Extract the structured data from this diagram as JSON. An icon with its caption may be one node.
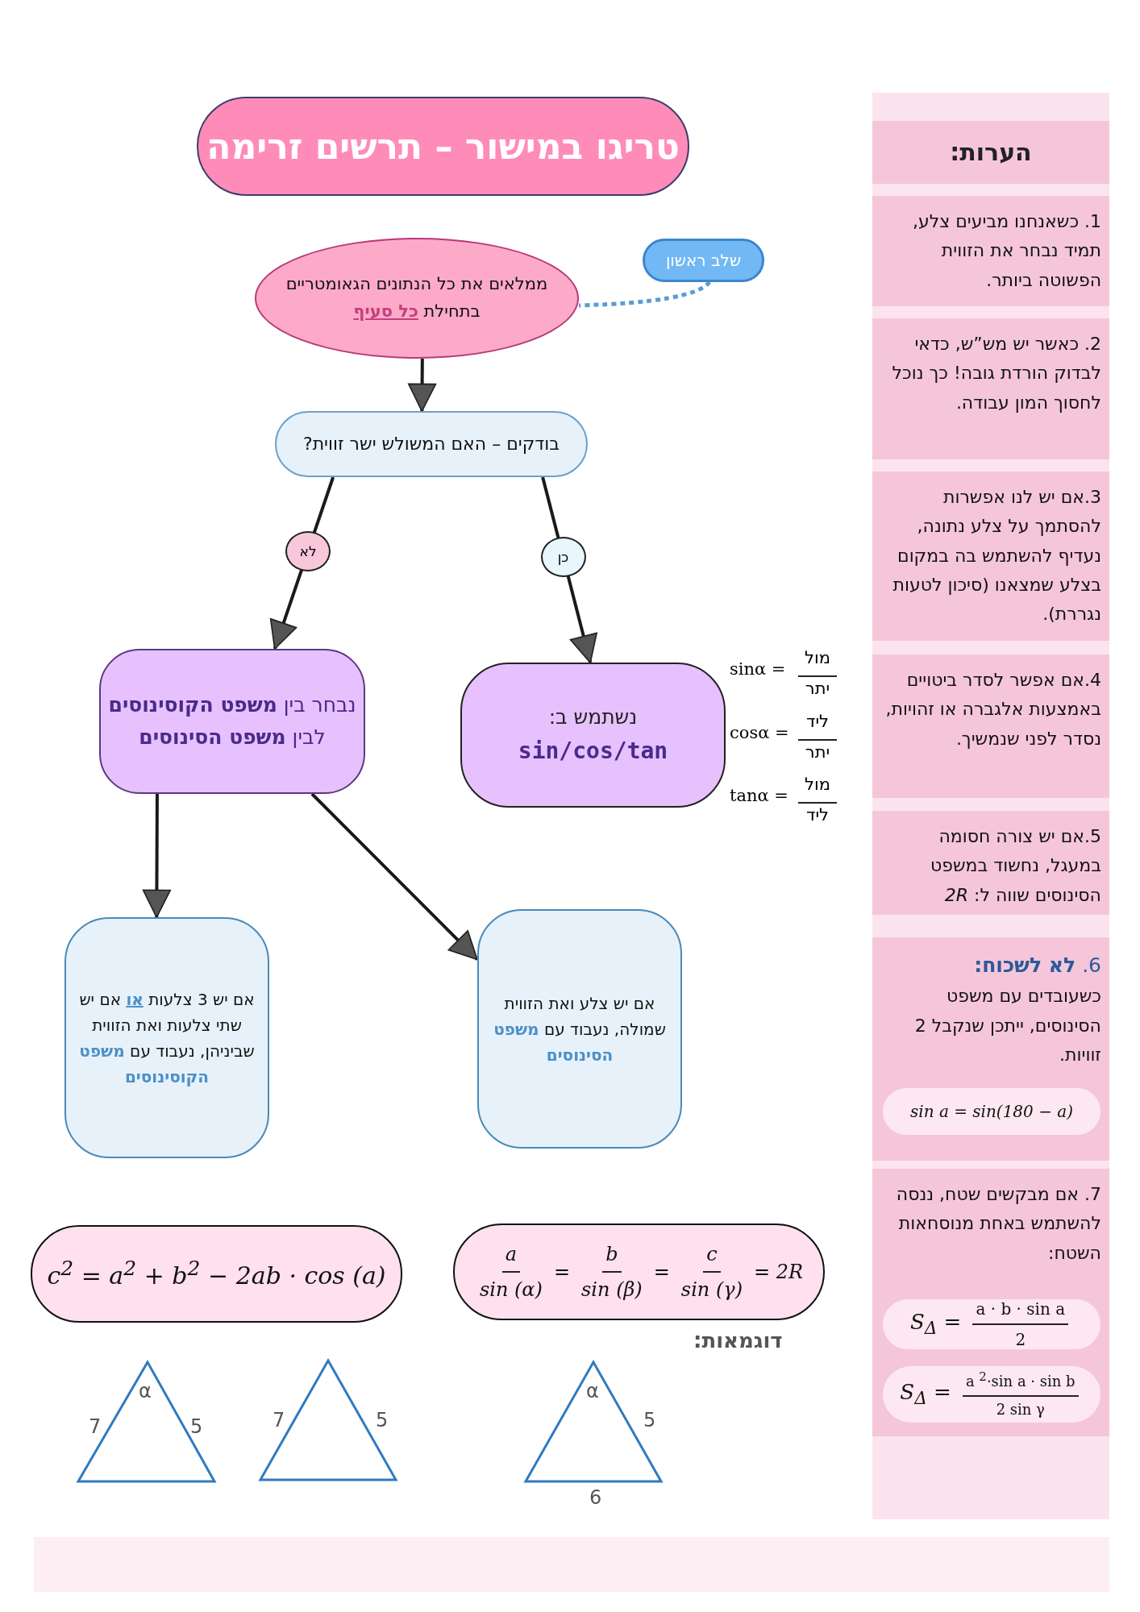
{
  "diagram": {
    "title": "טריגו במישור – תרשים זרימה",
    "nodes": [
      {
        "text": [
          "ממלאים את כל הנתונים הגאומטריים בתחילת **כל סעיף**"
        ]
      },
      {
        "text": [
          "שלב ראשון"
        ]
      },
      {
        "text": [
          "בודקים – האם המשולש ישר זווית?"
        ]
      },
      {
        "text": [
          "נבחר בין **משפט הקוסינוסים** לבין **משפט הסינוסים**"
        ]
      },
      {
        "text": [
          "נשתמש ב:",
          "sin/cos/tan"
        ],
        "beside": [
          "sinα =",
          "מול",
          "יתר",
          "cosα =",
          "ליד",
          "יתר",
          "tanα =",
          "מול",
          "ליד"
        ]
      },
      {
        "text": [
          "אם יש 3 צלעות **או** אם יש שתי צלעות ואת הזווית שביניהן, נעבוד עם **משפט הקוסינוסים**"
        ]
      },
      {
        "text": [
          "אם יש צלע ואת הזווית שמולה, נעבוד עם **משפט הסינוסים**"
        ]
      },
      {
        "text": [
          "c$^{2}$ = a$^{2}$ + b$^{2}$ − 2ab · cos (a)"
        ]
      },
      {
        "text": [
          "a",
          "sin (α)",
          "=",
          "b",
          "sin (β)",
          "=",
          "c",
          "sin (γ)",
          "= 2R"
        ]
      },
      {
        "text": [
          "הערות:"
        ]
      },
      {
        "text": [
          "1. כשאנחנו מביעים צלע, תמיד נבחר את הזווית הפשוטה ביותר."
        ]
      },
      {
        "text": [
          "2. כאשר יש מש”ש, כדאי לבדוק הורדת גובה! כך נוכל לחסוך המון עבודה."
        ]
      },
      {
        "text": [
          "3.אם יש לנו אפשרות להסתמך על צלע נתונה, נעדיף להשתמש בה במקום בצלע שמצאנו (סיכון לטעות נגררת)."
        ]
      },
      {
        "text": [
          "4.אם אפשר לסדר ביטויים באמצעות אלגברה או זהויות, נסדר לפני שנמשיך."
        ]
      },
      {
        "text": [
          "5.אם יש צורה חסומה במעגל, נחשוד במשפט הסינוסים שווה ל: *2R*"
        ]
      },
      {
        "text": [
          "6. **לא לשכוח:**",
          "כשעובדים עם משפט הסינוסים, ייתכן שנקבל 2 זוויות."
        ]
      },
      {
        "text": [
          "sin a = sin(180 − a)"
        ],
        "in": 15
      },
      {
        "text": [
          "7. אם מבקשים שטח, ננסה להשתמש באחת מנוסחאות השטח:"
        ]
      },
      {
        "text": [
          "S$_{Δ}$ =",
          "a · b · sin a",
          "2"
        ],
        "in": 17
      },
      {
        "text": [
          "S$_{Δ}$ =",
          "a $^{2}$·sin a · sin b",
          "2 sin γ"
        ],
        "in": 17
      }
    ],
    "edges": [
      {
        "from": 1,
        "to": 0,
        "arrow": "none",
        "style": "dashed",
        "color": "#5b9bd5"
      },
      {
        "from": 0,
        "to": 2,
        "arrow": "to"
      },
      {
        "from": 2,
        "to": 3,
        "arrow": "to",
        "label": "לא"
      },
      {
        "from": 2,
        "to": 4,
        "arrow": "to",
        "label": "כן"
      },
      {
        "from": 3,
        "to": 5,
        "arrow": "to"
      },
      {
        "from": 3,
        "to": 6,
        "arrow": "to"
      }
    ],
    "labels": [
      "דוגמאות:",
      "7",
      "α",
      "5",
      "7",
      "5",
      "α",
      "5",
      "6"
    ]
  }
}
